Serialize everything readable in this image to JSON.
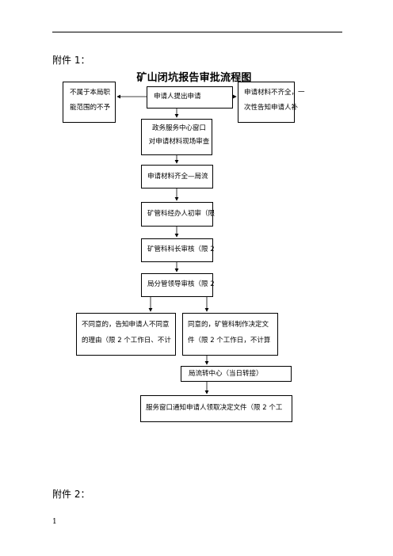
{
  "annex1_label": "附件 1：",
  "annex2_label": "附件 2：",
  "page_number": "1",
  "flowchart": {
    "title": "矿山闭坑报告审批流程图",
    "apply": "申请人提出申请",
    "not_in_scope": [
      "不属于本局职",
      "能范围的不予"
    ],
    "incomplete": [
      "申请材料不齐全，一",
      "次性告知申请人补"
    ],
    "window_review": [
      "政务服务中心窗口",
      "对申请材料现场审查"
    ],
    "complete_transfer": "申请材料齐全—局流",
    "first_review": "矿管科经办人初审（限",
    "chief_review": "矿管科科长审核（限 2",
    "leader_review": "局分管领导审核（限 2",
    "disagree": [
      "不同意的，告知申请人不同意",
      "的理由（限 2 个工作日、不计"
    ],
    "agree": [
      "同意的，矿管科制作决定文",
      "件（限 2 个工作日，不计算"
    ],
    "bureau_transfer": "局流转中心（当日转接）",
    "service_window": "服务窗口通知申请人领取决定文件（限 2 个工"
  }
}
